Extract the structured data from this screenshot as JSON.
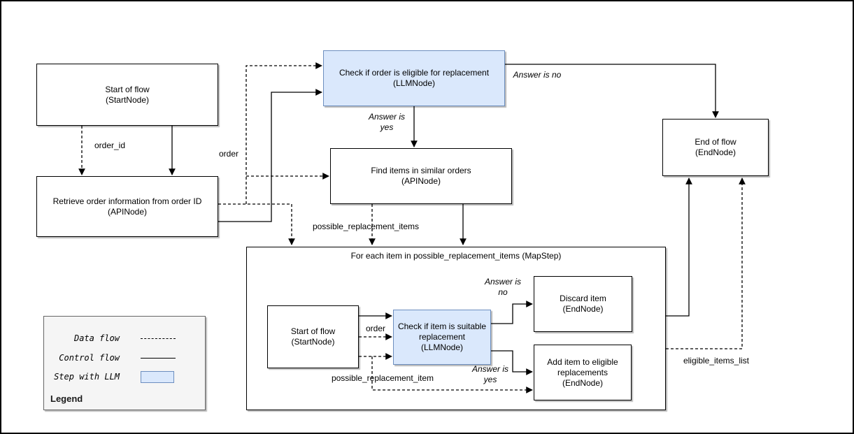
{
  "diagram": {
    "nodes": {
      "start_outer": "Start of flow\n(StartNode)",
      "retrieve": "Retrieve order information from order ID\n(APINode)",
      "check_order": "Check if order is eligible for replacement\n(LLMNode)",
      "find_items": "Find items in similar orders\n(APINode)",
      "end_outer": "End of flow\n(EndNode)",
      "map_step_title": "For each item in possible_replacement_items (MapStep)",
      "start_inner": "Start of flow\n(StartNode)",
      "check_item": "Check if item is suitable replacement\n(LLMNode)",
      "discard": "Discard item\n(EndNode)",
      "add_item": "Add item to eligible replacements\n(EndNode)"
    },
    "edge_labels": {
      "order_id": "order_id",
      "order_outer": "order",
      "answer_yes_outer": "Answer is\nyes",
      "answer_no_outer": "Answer is no",
      "possible_replacement_items": "possible_replacement_items",
      "order_inner": "order",
      "possible_replacement_item": "possible_replacement_item",
      "answer_no_inner": "Answer is\nno",
      "answer_yes_inner": "Answer is\nyes",
      "eligible_items_list": "eligible_items_list"
    },
    "legend": {
      "title": "Legend",
      "items": [
        {
          "label": "Data flow",
          "style": "dashed-line"
        },
        {
          "label": "Control flow",
          "style": "solid-line"
        },
        {
          "label": "Step with LLM",
          "style": "llm-box"
        }
      ]
    },
    "colors": {
      "llm_fill": "#dae8fc",
      "llm_border": "#6c8ebf",
      "node_border": "#000000",
      "legend_fill": "#f5f5f5",
      "edge": "#000000"
    }
  }
}
